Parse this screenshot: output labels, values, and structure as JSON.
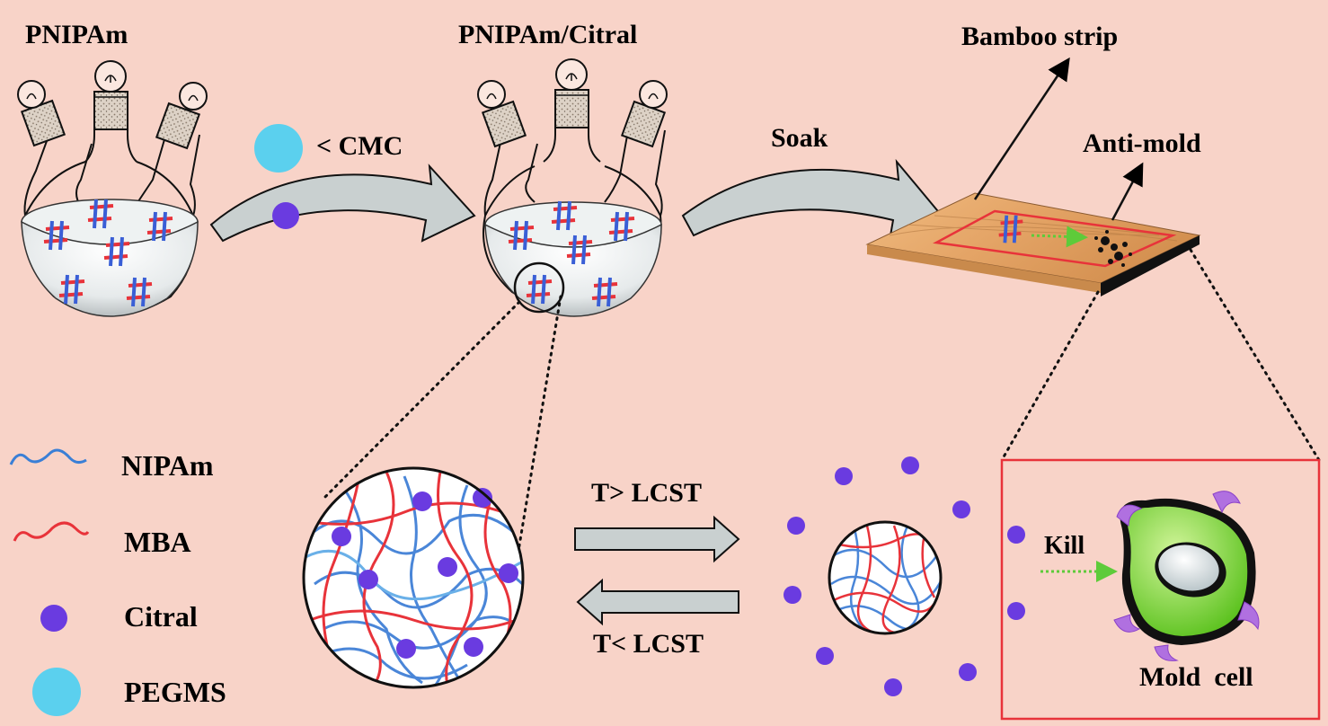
{
  "labels": {
    "pnipam": "PNIPAm",
    "pnipam_citral": "PNIPAm/Citral",
    "bamboo_strip": "Bamboo strip",
    "cmc": "< CMC",
    "soak": "Soak",
    "anti_mold": "Anti-mold",
    "t_gt_lcst": "T> LCST",
    "t_lt_lcst": "T< LCST",
    "kill": "Kill",
    "mold_cell": "Mold  cell"
  },
  "legend": [
    {
      "label": "NIPAm",
      "icon": "blue-chain-icon",
      "color": "#3a7fd6"
    },
    {
      "label": "MBA",
      "icon": "red-chain-icon",
      "color": "#e8333a"
    },
    {
      "label": "Citral",
      "icon": "purple-dot-icon",
      "color": "#6a3be0"
    },
    {
      "label": "PEGMS",
      "icon": "cyan-dot-icon",
      "color": "#5bd0ee"
    }
  ],
  "colors": {
    "background": "#f8d3c8",
    "nipam": "#3a7fd6",
    "mba": "#e8333a",
    "citral": "#6a3be0",
    "pegms": "#5bd0ee",
    "bamboo": "#e0a060",
    "mold_cell": "#86d83a",
    "arrow_gray": "#c9d0d0"
  }
}
